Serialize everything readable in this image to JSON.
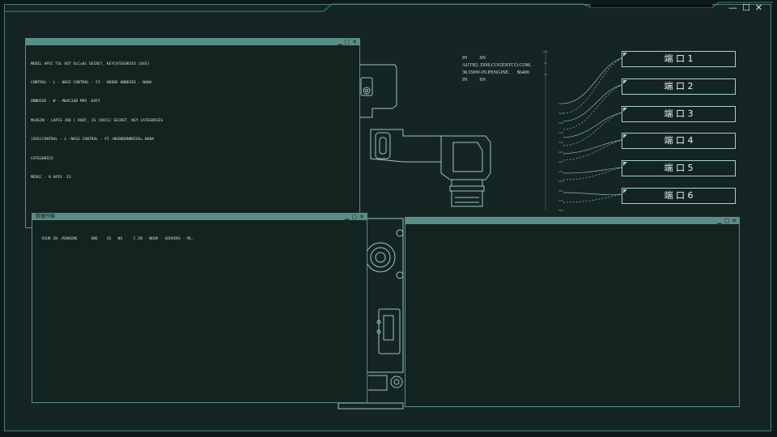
{
  "window": {
    "minimize": "—",
    "maximize": "☐",
    "close": "✕"
  },
  "panel1": {
    "title": "",
    "min": "▁",
    "max": "▢",
    "close": "✕",
    "lines": [
      "MEDIL APIC TSL OOT OLC=01 SECRET_ KEYCATEGORIES [OXS]",
      "CONTRAL - L - NGOI CONTRAL - FI - NOODE ONBDIOS - NABA",
      "ONBDIOS - W - MGAC34D MPO .OXFI",
      "MLOGIN - LAPIS JOD [ ROOT_ JS [OXCS] SECRET_ KEY CATEGORIES",
      "[OXS]CONTRAL - L -NGS2 CONTRAL - FI +NGO0DONBDIOS= NABA",
      "CATEGORIES",
      "MEXEC - 8 APIS -IS"
    ]
  },
  "panel2": {
    "title": "数据传输",
    "min": "▁",
    "max": "▢",
    "close": "✕",
    "line": "  SSUR IN .PENGINE      SNS    IS   NS     C.IN - NOOR - SERVERS - ML."
  },
  "panel3": {
    "min": "▁",
    "max": "▢",
    "close": "✕"
  },
  "info": {
    "lines": [
      "IN          SN",
      "AUTH2. DNS.COGENTCO.COM.",
      "38.550W-IN.PENGINE.      $6400",
      "IN          SN"
    ]
  },
  "ports": [
    {
      "label": "端 口 1"
    },
    {
      "label": "端 口 2"
    },
    {
      "label": "端 口 3"
    },
    {
      "label": "端 口 4"
    },
    {
      "label": "端 口 5"
    },
    {
      "label": "端 口 6"
    }
  ]
}
